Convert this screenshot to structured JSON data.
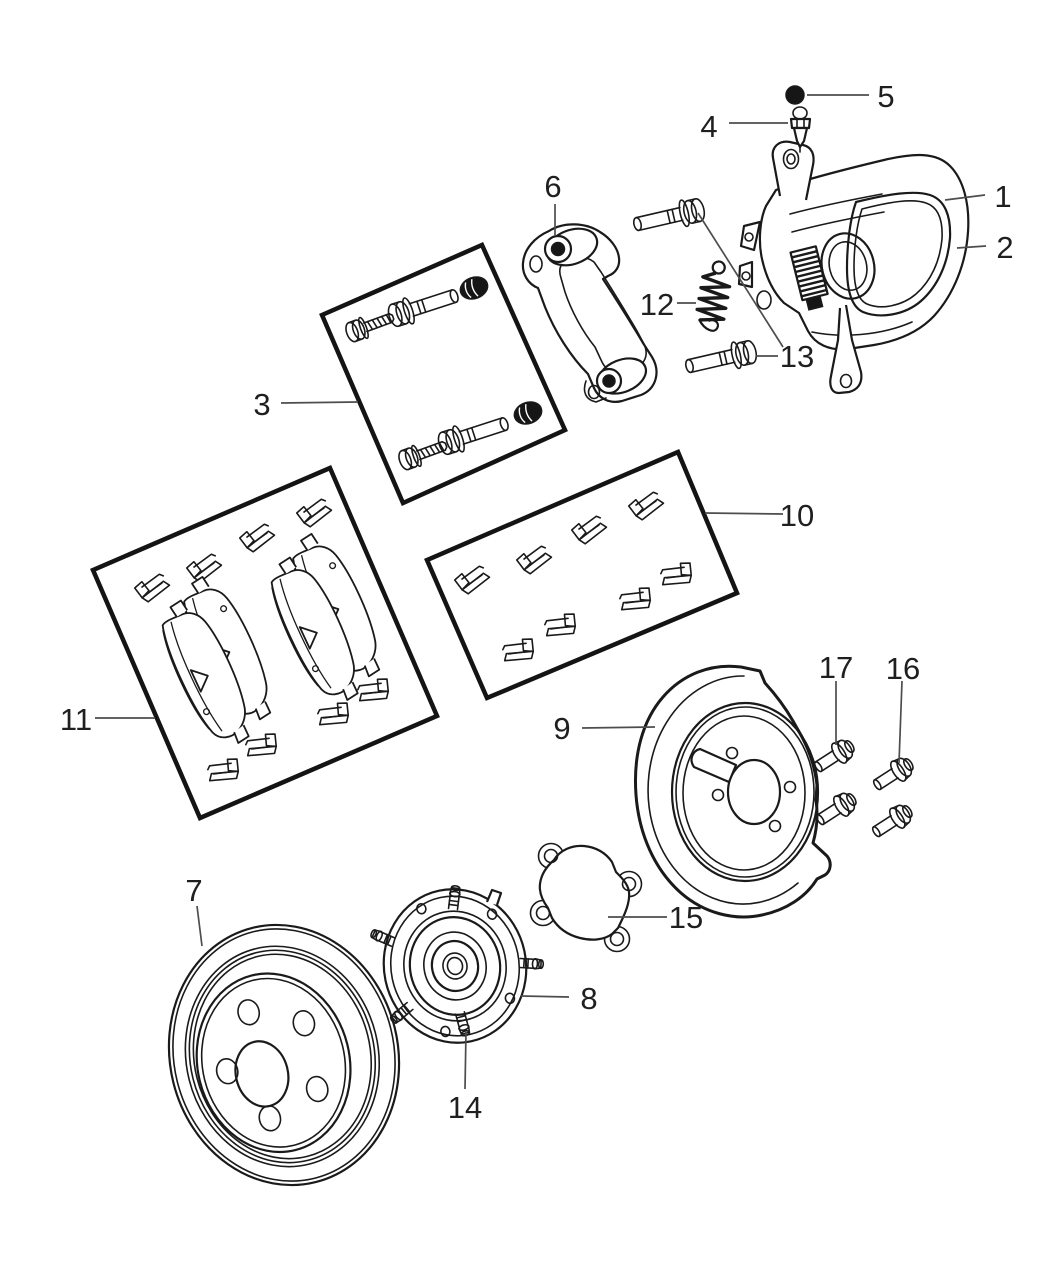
{
  "diagram": {
    "kind": "exploded-parts-line-diagram",
    "colors": {
      "background": "#ffffff",
      "line": "#1a1a1a",
      "leader": "#4d4d4d",
      "dark_fill": "#161616"
    },
    "callouts": {
      "c1": {
        "label": "1",
        "part": "caliper-body"
      },
      "c2": {
        "label": "2",
        "part": "caliper-housing"
      },
      "c3": {
        "label": "3",
        "part": "guide-pin-kit-box"
      },
      "c4": {
        "label": "4",
        "part": "bleeder-screw"
      },
      "c5": {
        "label": "5",
        "part": "bleeder-cap"
      },
      "c6": {
        "label": "6",
        "part": "caliper-adapter-bracket"
      },
      "c7": {
        "label": "7",
        "part": "brake-rotor"
      },
      "c8": {
        "label": "8",
        "part": "hub-and-bearing"
      },
      "c9": {
        "label": "9",
        "part": "splash-shield"
      },
      "c10": {
        "label": "10",
        "part": "pad-clip-kit-box"
      },
      "c11": {
        "label": "11",
        "part": "brake-pad-kit-box"
      },
      "c12": {
        "label": "12",
        "part": "return-spring"
      },
      "c13": {
        "label": "13",
        "part": "adapter-mounting-bolts"
      },
      "c14": {
        "label": "14",
        "part": "wheel-stud"
      },
      "c15": {
        "label": "15",
        "part": "bearing-gasket"
      },
      "c16": {
        "label": "16",
        "part": "shield-bolts-right"
      },
      "c17": {
        "label": "17",
        "part": "shield-bolts-left"
      }
    }
  }
}
